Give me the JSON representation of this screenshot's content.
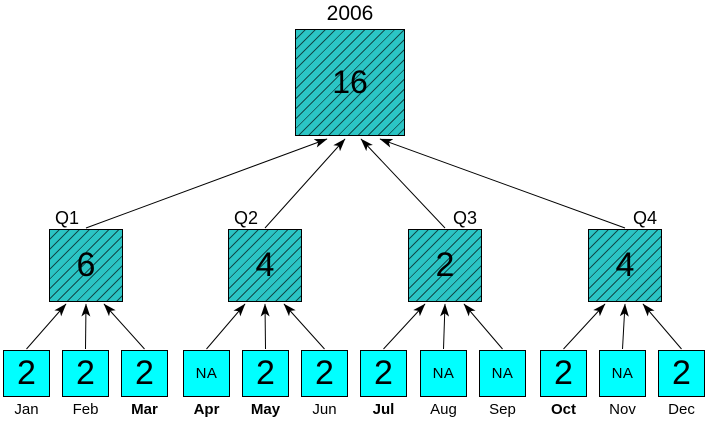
{
  "colors": {
    "hatched_fill": "#2BC5C5",
    "leaf_fill": "#00FFFF",
    "border": "#000000",
    "arrow": "#000000"
  },
  "root": {
    "label": "2006",
    "value": "16"
  },
  "quarters": [
    {
      "label": "Q1",
      "value": "6"
    },
    {
      "label": "Q2",
      "value": "4"
    },
    {
      "label": "Q3",
      "value": "2"
    },
    {
      "label": "Q4",
      "value": "4"
    }
  ],
  "months": [
    {
      "label": "Jan",
      "value": "2",
      "bold": false
    },
    {
      "label": "Feb",
      "value": "2",
      "bold": false
    },
    {
      "label": "Mar",
      "value": "2",
      "bold": true
    },
    {
      "label": "Apr",
      "value": "NA",
      "bold": true
    },
    {
      "label": "May",
      "value": "2",
      "bold": true
    },
    {
      "label": "Jun",
      "value": "2",
      "bold": false
    },
    {
      "label": "Jul",
      "value": "2",
      "bold": true
    },
    {
      "label": "Aug",
      "value": "NA",
      "bold": false
    },
    {
      "label": "Sep",
      "value": "NA",
      "bold": false
    },
    {
      "label": "Oct",
      "value": "2",
      "bold": true
    },
    {
      "label": "Nov",
      "value": "NA",
      "bold": false
    },
    {
      "label": "Dec",
      "value": "2",
      "bold": false
    }
  ]
}
